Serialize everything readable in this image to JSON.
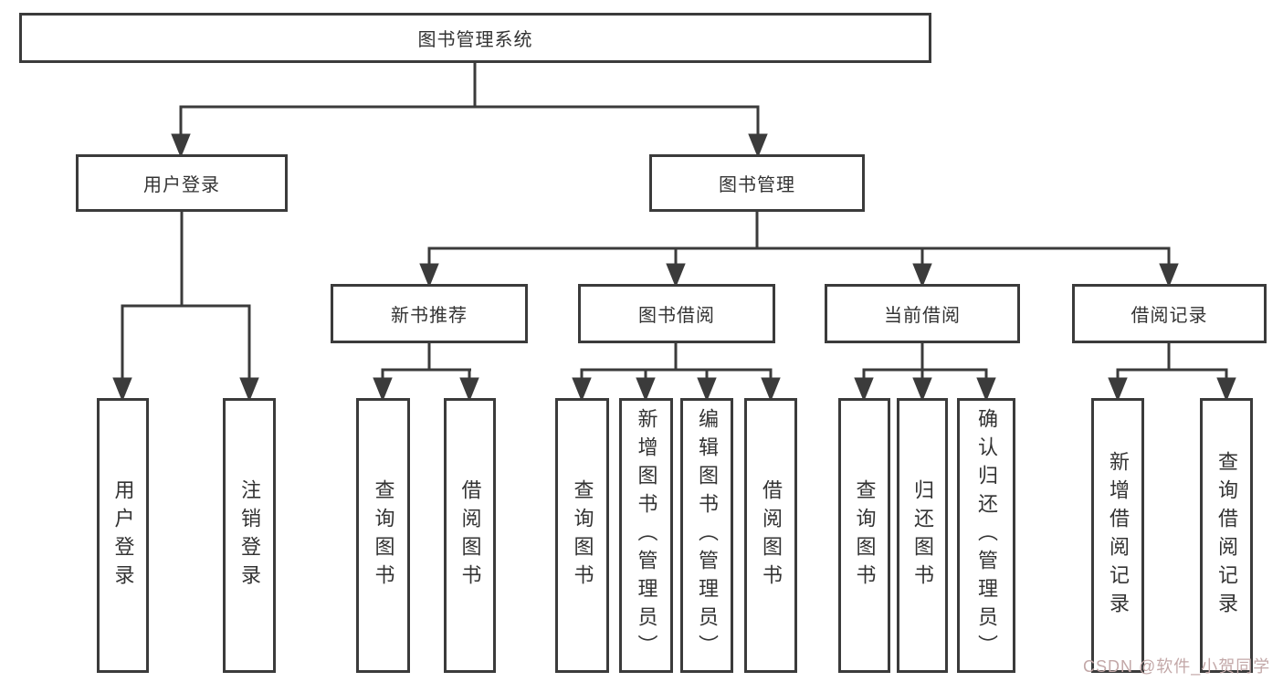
{
  "tree": {
    "label": "图书管理系统",
    "children": [
      {
        "label": "用户登录",
        "children": [
          {
            "label": "用户登录"
          },
          {
            "label": "注销登录"
          }
        ]
      },
      {
        "label": "图书管理",
        "children": [
          {
            "label": "新书推荐",
            "children": [
              {
                "label": "查询图书"
              },
              {
                "label": "借阅图书"
              }
            ]
          },
          {
            "label": "图书借阅",
            "children": [
              {
                "label": "查询图书"
              },
              {
                "label": "新增图书（管理员）"
              },
              {
                "label": "编辑图书（管理员）"
              },
              {
                "label": "借阅图书"
              }
            ]
          },
          {
            "label": "当前借阅",
            "children": [
              {
                "label": "查询图书"
              },
              {
                "label": "归还图书"
              },
              {
                "label": "确认归还（管理员）"
              }
            ]
          },
          {
            "label": "借阅记录",
            "children": [
              {
                "label": "新增借阅记录"
              },
              {
                "label": "查询借阅记录"
              }
            ]
          }
        ]
      }
    ]
  },
  "watermark": {
    "text": "CSDN @软件_小贺同学"
  },
  "colors": {
    "line": "#3b3b3b",
    "text": "#333333",
    "background": "#ffffff",
    "watermark": "#c3a8a8"
  }
}
